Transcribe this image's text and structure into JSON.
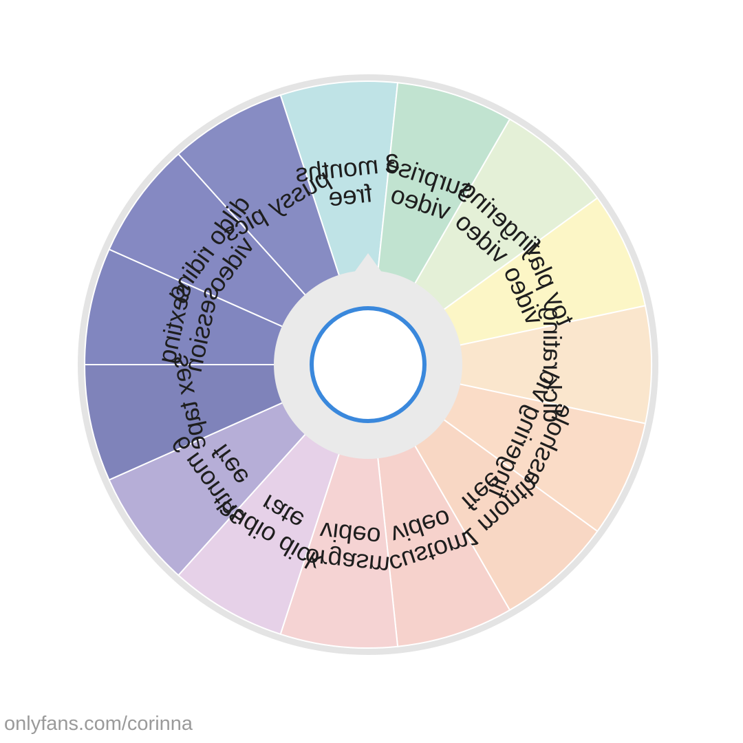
{
  "wheel": {
    "segments": [
      {
        "label": [
          "3 months",
          "free"
        ],
        "color": "#bfe3e6"
      },
      {
        "label": [
          "surprise",
          "video"
        ],
        "color": "#c1e3d0"
      },
      {
        "label": [
          "fingering",
          "video"
        ],
        "color": "#e4f0d7"
      },
      {
        "label": [
          "toy play",
          "video"
        ],
        "color": "#fcf6c6"
      },
      {
        "label": [
          "dick rating"
        ],
        "color": "#fae6cd"
      },
      {
        "label": [
          "asshole",
          "fingering vid"
        ],
        "color": "#fadcc7"
      },
      {
        "label": [
          "1 month",
          "free"
        ],
        "color": "#f8d7c4"
      },
      {
        "label": [
          "custom",
          "video"
        ],
        "color": "#f6d2cc"
      },
      {
        "label": [
          "orgasm",
          "video"
        ],
        "color": "#f5d3d3"
      },
      {
        "label": [
          "audio dick",
          "rate"
        ],
        "color": "#e6d1e8"
      },
      {
        "label": [
          "6 months",
          "free"
        ],
        "color": "#b6aed7"
      },
      {
        "label": [
          "sex tape"
        ],
        "color": "#7f83ba"
      },
      {
        "label": [
          "sexting",
          "session"
        ],
        "color": "#8186bf"
      },
      {
        "label": [
          "dildo riding",
          "video"
        ],
        "color": "#8589c2"
      },
      {
        "label": [
          "pussy pics"
        ],
        "color": "#878cc3"
      }
    ],
    "rim_color": "#e4e4e4",
    "hub_color": "#eaeaea",
    "hub_ring_color": "#3a88dc"
  },
  "watermark": "onlyfans.com/corinna"
}
